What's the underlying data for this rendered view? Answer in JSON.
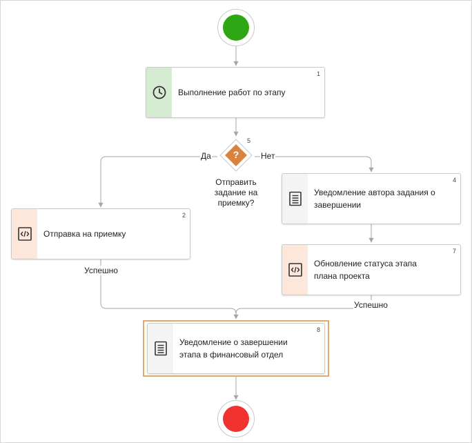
{
  "diagram": {
    "tasks": [
      {
        "number": "1",
        "label": "Выполнение работ по этапу",
        "icon": "clock-icon",
        "band_color": "#d6ecd2"
      },
      {
        "number": "2",
        "label": "Отправка на приемку",
        "icon": "code-icon",
        "band_color": "#fde6da"
      },
      {
        "number": "4",
        "label": "Уведомление автора задания о завершении",
        "icon": "document-icon",
        "band_color": "#f4f4f4"
      },
      {
        "number": "7",
        "label": "Обновление статуса этапа плана проекта",
        "icon": "code-icon",
        "band_color": "#fde6da"
      },
      {
        "number": "8",
        "label": "Уведомление о завершении этапа в финансовый отдел",
        "icon": "document-icon",
        "band_color": "#f4f4f4"
      }
    ],
    "gateway": {
      "number": "5",
      "symbol": "?",
      "question": "Отправить задание на приемку?",
      "yes_label": "Да",
      "no_label": "Нет",
      "color": "#d9833f"
    },
    "success_labels": [
      "Успешно",
      "Успешно"
    ],
    "start_event": {
      "color": "#2fa613"
    },
    "end_event": {
      "color": "#f23131"
    },
    "selected_frame_color": "#e0a86a"
  }
}
